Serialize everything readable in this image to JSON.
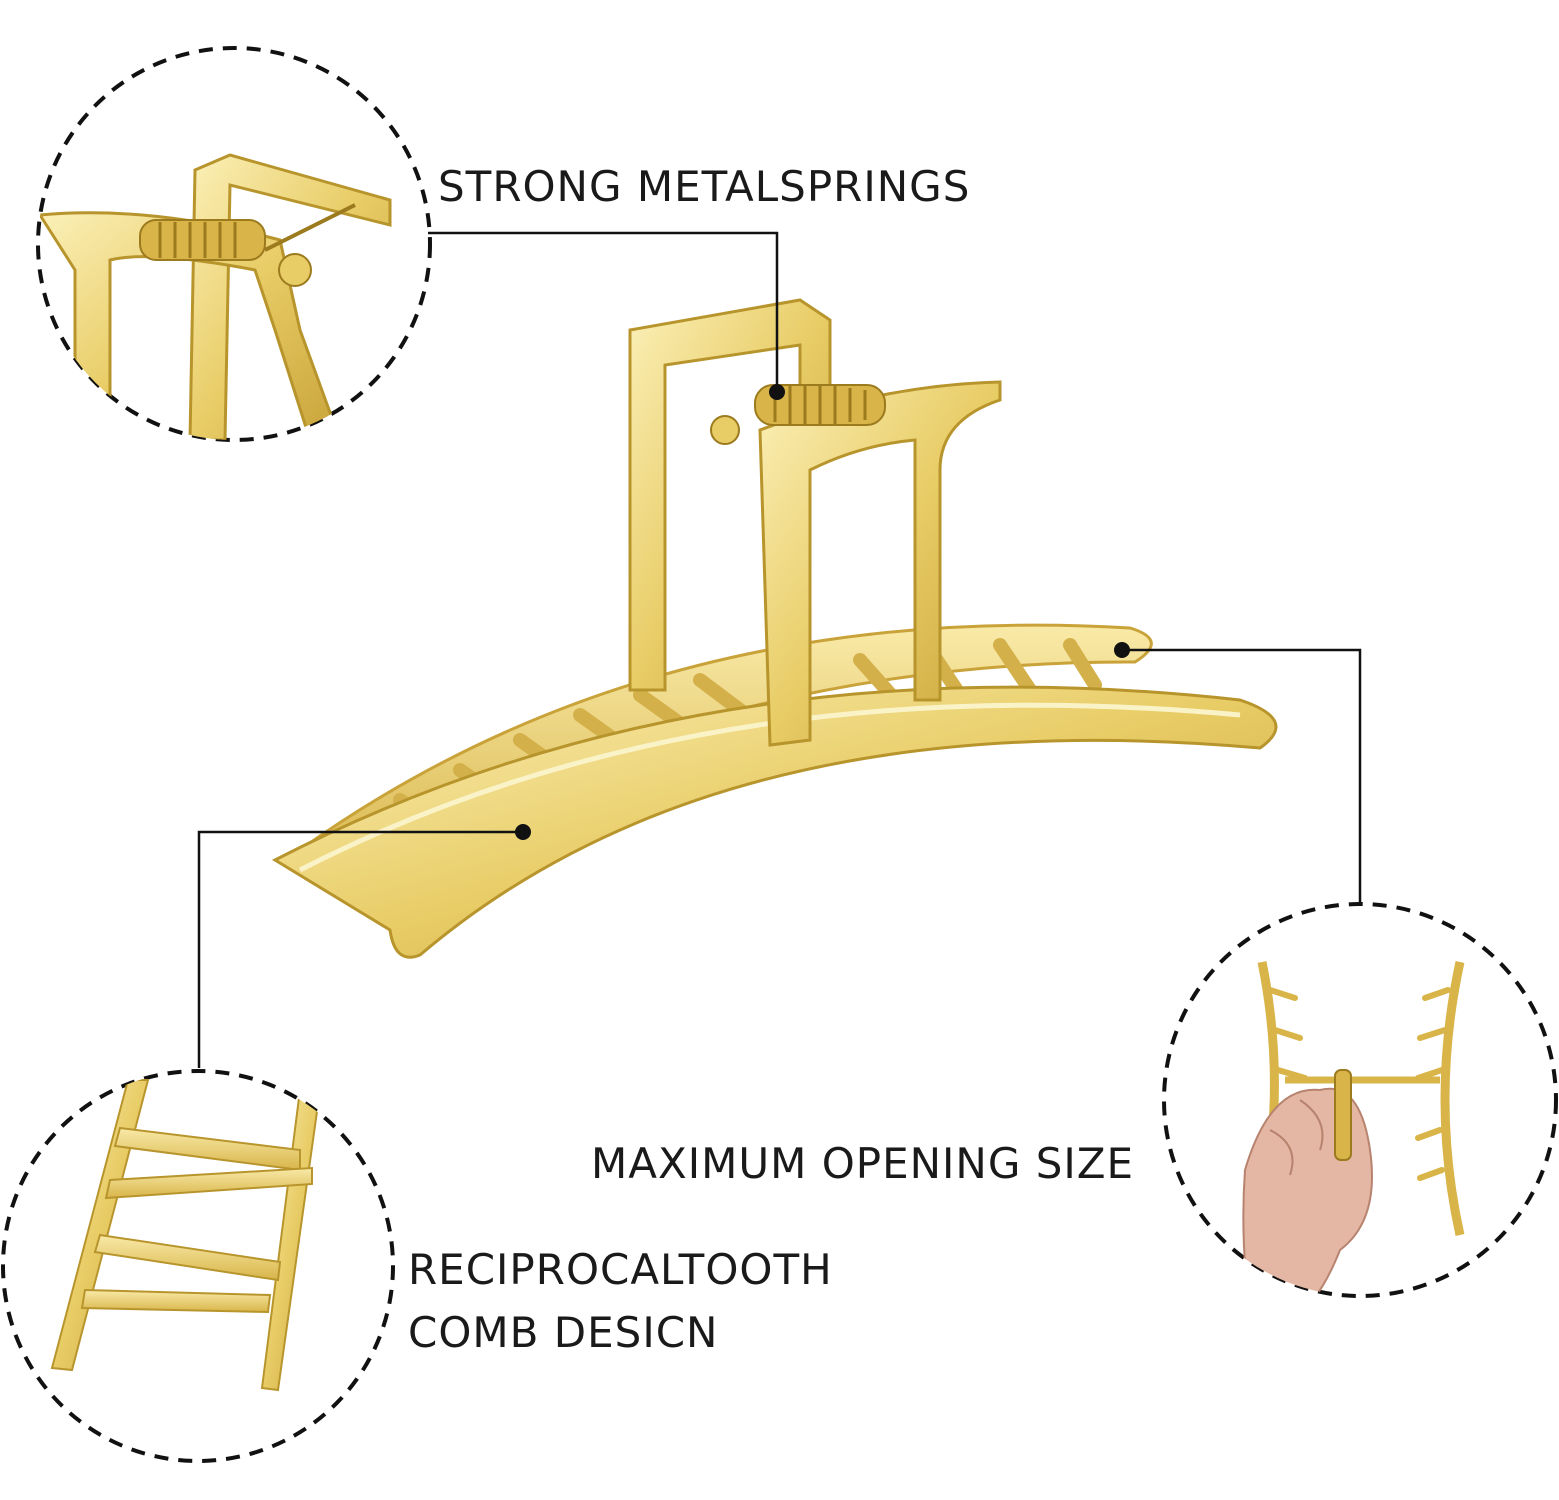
{
  "callouts": {
    "springs": {
      "label": "STRONG METALSPRINGS"
    },
    "opening": {
      "label": "MAXIMUM OPENING SIZE"
    },
    "comb": {
      "line1": "RECIPROCALTOOTH",
      "line2": "COMB DESICN"
    }
  },
  "colors": {
    "gold_light": "#f6e6a0",
    "gold": "#e3c55c",
    "gold_dark": "#b8952c",
    "leader_line": "#111111",
    "skin": "#e4b7a4",
    "text": "#1a1a1a"
  },
  "icons": {
    "product": "gold-hair-claw-clip",
    "detail_springs": "spring-hinge-closeup",
    "detail_opening": "hand-holding-open-clip",
    "detail_comb": "comb-teeth-closeup"
  }
}
